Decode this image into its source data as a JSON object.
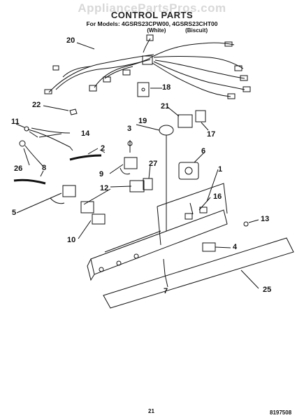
{
  "watermark": "AppliancePartsPros.com",
  "header": {
    "title": "CONTROL PARTS",
    "models": "For Models: 4GSRS23CPW00, 4GSRS23CHT00",
    "variant_1": "(White)",
    "variant_2": "(Biscuit)"
  },
  "callouts": {
    "c1": "1",
    "c2": "2",
    "c3": "3",
    "c4": "4",
    "c5": "5",
    "c6": "6",
    "c7": "7",
    "c8": "8",
    "c9": "9",
    "c10": "10",
    "c11": "11",
    "c12": "12",
    "c13": "13",
    "c14": "14",
    "c16": "16",
    "c17": "17",
    "c18": "18",
    "c19": "19",
    "c20": "20",
    "c21": "21",
    "c22": "22",
    "c25": "25",
    "c26": "26",
    "c27": "27"
  },
  "footer": {
    "page": "21",
    "doc_number": "8197508"
  }
}
